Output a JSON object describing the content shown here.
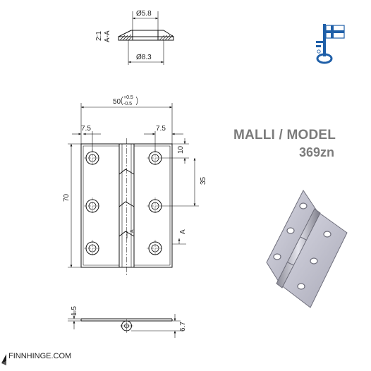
{
  "section": {
    "label": "A-A",
    "scale": "2:1",
    "dia_top": "Ø5.8",
    "dia_bottom": "Ø8.3"
  },
  "model": {
    "title": "MALLI / MODEL",
    "code": "369zn"
  },
  "dims": {
    "width_nominal": "50",
    "tol_plus": "+0.5",
    "tol_minus": "-0.5",
    "hole_offset_left": "7.5",
    "hole_offset_right": "7.5",
    "height": "70",
    "top_edge": "10",
    "hole_pitch": "35",
    "section_mark": "A",
    "thickness": "1.5",
    "knuckle_dia": "6.7"
  },
  "brand": {
    "text": "FINNHINGE.COM"
  },
  "colors": {
    "line": "#111111",
    "accent_blue": "#1f5fa8",
    "title_gray": "#7b7b7b"
  },
  "icons": [
    "finnish-key-flag-icon",
    "brand-arrow-icon"
  ]
}
